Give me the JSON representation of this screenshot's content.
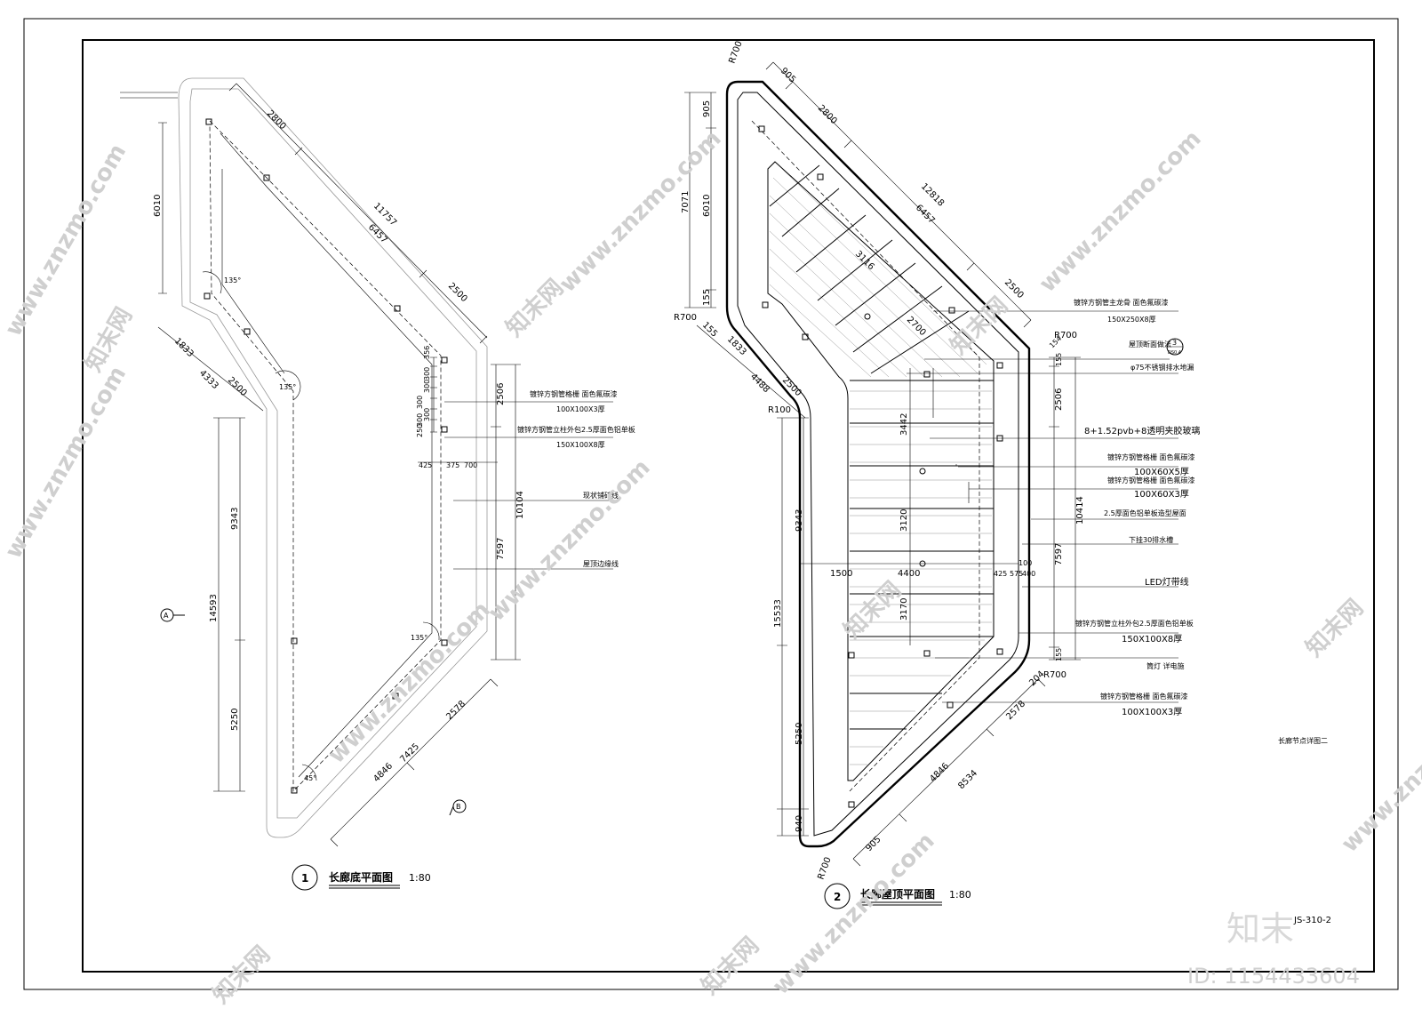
{
  "plan1": {
    "number": "1",
    "title": "长廊底平面图",
    "scale": "1:80",
    "dims": {
      "d2800": "2800",
      "d11757": "11757",
      "d6457": "6457",
      "d2500": "2500",
      "d6010": "6010",
      "d1833": "1833",
      "d4333": "4333",
      "d2500b": "2500",
      "d9343": "9343",
      "d14593": "14593",
      "d5250": "5250",
      "d2578": "2578",
      "d7425": "7425",
      "d4846": "4846",
      "d356": "356",
      "d300a": "300",
      "d300b": "300",
      "d300c": "300",
      "d300d": "300",
      "d300e": "300",
      "d250": "250",
      "d425": "425",
      "d375": "375",
      "d700": "700",
      "d2506": "2506",
      "d10104": "10104",
      "d7597": "7597"
    },
    "angles": {
      "a1": "135°",
      "a2": "135°",
      "a3": "135°",
      "a4": "45°"
    },
    "markers": {
      "a": "A",
      "b": "B"
    },
    "notes": {
      "n1": "镀锌方钢管格栅 面色氟碳漆",
      "n1s": "100X100X3厚",
      "n2": "镀锌方钢管立柱外包2.5厚面色铝单板",
      "n2s": "150X100X8厚",
      "n3": "现状铺砖线",
      "n4": "屋顶边缘线"
    }
  },
  "plan2": {
    "number": "2",
    "title": "长廊屋顶平面图",
    "scale": "1:80",
    "dims": {
      "r700a": "R700",
      "d905a": "905",
      "d2800": "2800",
      "d12818": "12818",
      "d6457": "6457",
      "d2500": "2500",
      "d905b": "905",
      "d7071": "7071",
      "d6010": "6010",
      "d155a": "155",
      "r700b": "R700",
      "d155b": "155",
      "d1833": "1833",
      "d4488": "4488",
      "d2500b": "2500",
      "r100": "R100",
      "d9343": "9343",
      "d15533": "15533",
      "d5250": "5250",
      "d940": "940",
      "r700c": "R700",
      "d905c": "905",
      "d4846": "4846",
      "d8534": "8534",
      "d2578": "2578",
      "d204": "204",
      "d3116": "3116",
      "d2700": "2700",
      "d3442": "3442",
      "d3120": "3120",
      "d3170": "3170",
      "d4400": "4400",
      "d1500": "1500",
      "d425": "425",
      "d575": "575",
      "d400": "400",
      "d100": "100",
      "d154": "154",
      "r700d": "R700",
      "d155c": "155",
      "d2506": "2506",
      "d10414": "10414",
      "d7597": "7597",
      "d155d": "155",
      "r700e": "R700"
    },
    "notes": {
      "n1": "镀锌方钢管主龙骨 面色氟碳漆",
      "n1s": "150X250X8厚",
      "n2": "屋顶断面做法",
      "n2t": "3",
      "n2b": "DS0.4",
      "n3": "φ75不锈钢排水地漏",
      "n4": "8+1.52pvb+8透明夹胶玻璃",
      "n5": "镀锌方钢管格栅 面色氟碳漆",
      "n5s": "100X60X5厚",
      "n6": "镀锌方钢管格栅 面色氟碳漆",
      "n6s": "100X60X3厚",
      "n7": "2.5厚面色铝单板造型屋面",
      "n8": "下挂30排水槽",
      "n9": "LED灯带线",
      "n10": "镀锌方钢管立柱外包2.5厚面色铝单板",
      "n10s": "150X100X8厚",
      "n11": "筒灯 详电施",
      "n12": "镀锌方钢管格栅 面色氟碳漆",
      "n12s": "100X100X3厚"
    }
  },
  "sheet": {
    "detail_name": "长廊节点详图二",
    "sheet_no": "JS-310-2",
    "brand": "知末",
    "id_text": "ID: 1154433604",
    "watermark_url": "www.znzmo.com",
    "watermark_cn": "知末网"
  }
}
